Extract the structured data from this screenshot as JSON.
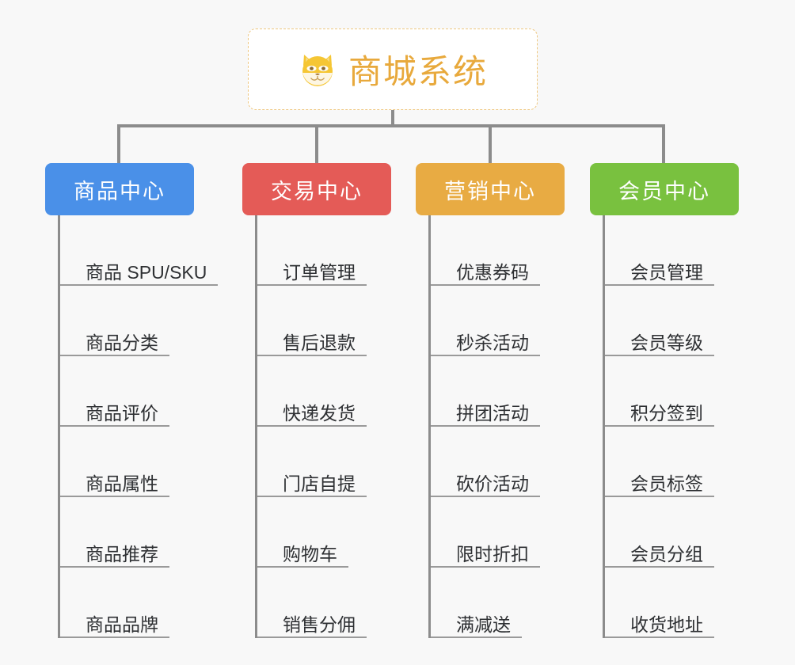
{
  "background_color": "#f8f8f8",
  "root": {
    "icon": "shiba-dog-emoji",
    "icon_glyph": "🐕",
    "title": "商城系统",
    "text_color": "#e8a93c",
    "border_color": "#eec780",
    "background": "#ffffff"
  },
  "connector": {
    "color": "#8c8c8c"
  },
  "columns": [
    {
      "id": "product-center",
      "title": "商品中心",
      "color": "#4a90e8",
      "items": [
        "商品 SPU/SKU",
        "商品分类",
        "商品评价",
        "商品属性",
        "商品推荐",
        "商品品牌"
      ]
    },
    {
      "id": "trade-center",
      "title": "交易中心",
      "color": "#e45b57",
      "items": [
        "订单管理",
        "售后退款",
        "快递发货",
        "门店自提",
        "购物车",
        "销售分佣"
      ]
    },
    {
      "id": "marketing-center",
      "title": "营销中心",
      "color": "#e8ab43",
      "items": [
        "优惠券码",
        "秒杀活动",
        "拼团活动",
        "砍价活动",
        "限时折扣",
        "满减送"
      ]
    },
    {
      "id": "member-center",
      "title": "会员中心",
      "color": "#79c13f",
      "items": [
        "会员管理",
        "会员等级",
        "积分签到",
        "会员标签",
        "会员分组",
        "收货地址"
      ]
    }
  ]
}
